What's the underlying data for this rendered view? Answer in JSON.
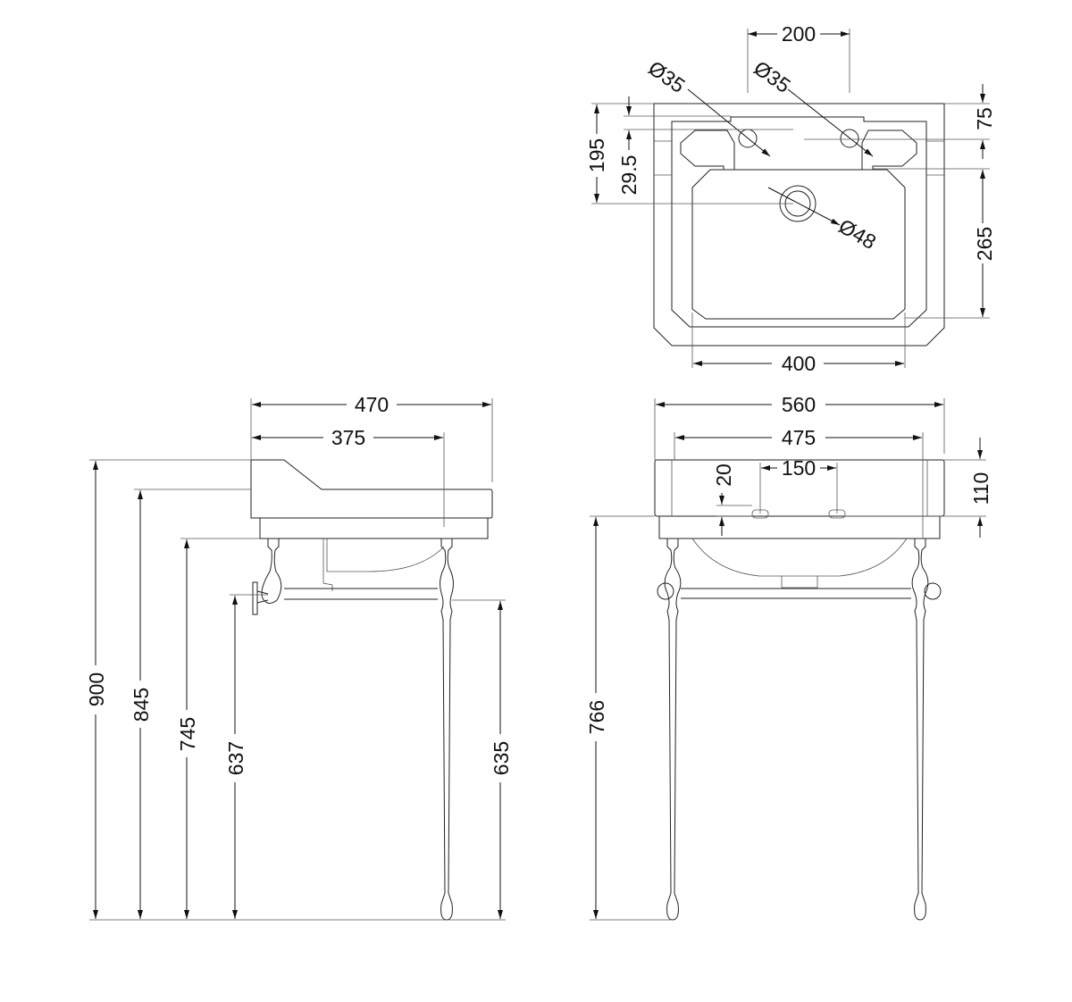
{
  "plan_view": {
    "tap_centres": "200",
    "tap_hole_left": "Ø35",
    "tap_hole_right": "Ø35",
    "waste": "Ø48",
    "back_to_waste": "195",
    "back_to_tap": "29.5",
    "back_to_bowl": "75",
    "bowl_depth": "265",
    "bowl_width": "400"
  },
  "side_view": {
    "overall_depth": "470",
    "leg_depth": "375",
    "overall_height": "900",
    "rim_height": "845",
    "basin_underside": "745",
    "wall_bar": "637",
    "bar_height": "635"
  },
  "front_view": {
    "overall_width": "560",
    "leg_centres": "475",
    "overflow_centres": "150",
    "overflow_offset": "20",
    "basin_height": "110",
    "floor_to_overflow": "766"
  }
}
